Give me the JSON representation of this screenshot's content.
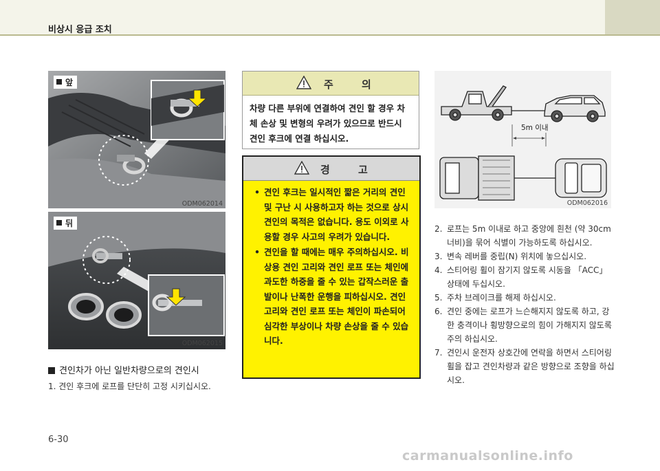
{
  "header": {
    "title": "비상시 응급 조치"
  },
  "photos": {
    "front": {
      "label": "앞",
      "code": "ODM062014"
    },
    "rear": {
      "label": "뒤",
      "code": "ODM062015"
    }
  },
  "left_section": {
    "heading": "견인차가 아닌 일반차량으로의 견인시",
    "step1": "1.  견인 후크에 로프를 단단히 고정 시키십시오."
  },
  "caution": {
    "title": "주 의",
    "text": "차량 다른 부위에 연결하여 견인 할 경우 차체 손상 및 변형의 우려가 있으므로 반드시 견인 후크에 연결 하십시오."
  },
  "warning": {
    "title": "경 고",
    "items": [
      "견인 후크는 일시적인 짧은 거리의 견인 및 구난 시 사용하고자 하는 것으로 상시 견인의 목적은 없습니다. 용도 이외로 사용할 경우 사고의 우려가 있습니다.",
      "견인을 할 때에는 매우 주의하십시오. 비상용 견인 고리와 견인 로프 또는 체인에 과도한 하중을 줄 수 있는 갑작스러운 출발이나 난폭한 운행을 피하십시오. 견인 고리와 견인 로프 또는 체인이 파손되어 심각한 부상이나 차량 손상을 줄 수 있습니다."
    ]
  },
  "diagram": {
    "distance_label": "5m 이내",
    "code": "ODM062016"
  },
  "right_steps": [
    {
      "num": "2.",
      "text": "로프는 5m 이내로 하고 중앙에 흰천 (약 30cm 너비)을 묶어 식별이 가능하도록 하십시오."
    },
    {
      "num": "3.",
      "text": "변속 레버를 중립(N) 위치에 놓으십시오."
    },
    {
      "num": "4.",
      "text": "스티어링 휠이 잠기지 않도록 시동을 「ACC」 상태에 두십시오."
    },
    {
      "num": "5.",
      "text": "주차 브레이크를 해제 하십시오."
    },
    {
      "num": "6.",
      "text": "견인 중에는 로프가 느슨해지지 않도록 하고, 강한 충격이나 횡방향으로의 힘이 가해지지 않도록 주의 하십시오."
    },
    {
      "num": "7.",
      "text": "견인시 운전자 상호간에 연락을 하면서 스티어링 휠을 잡고 견인차량과 같은 방향으로 조향을 하십시오."
    }
  ],
  "page": {
    "number": "6-30"
  },
  "watermark": {
    "text": "carmanualsonline.info"
  }
}
